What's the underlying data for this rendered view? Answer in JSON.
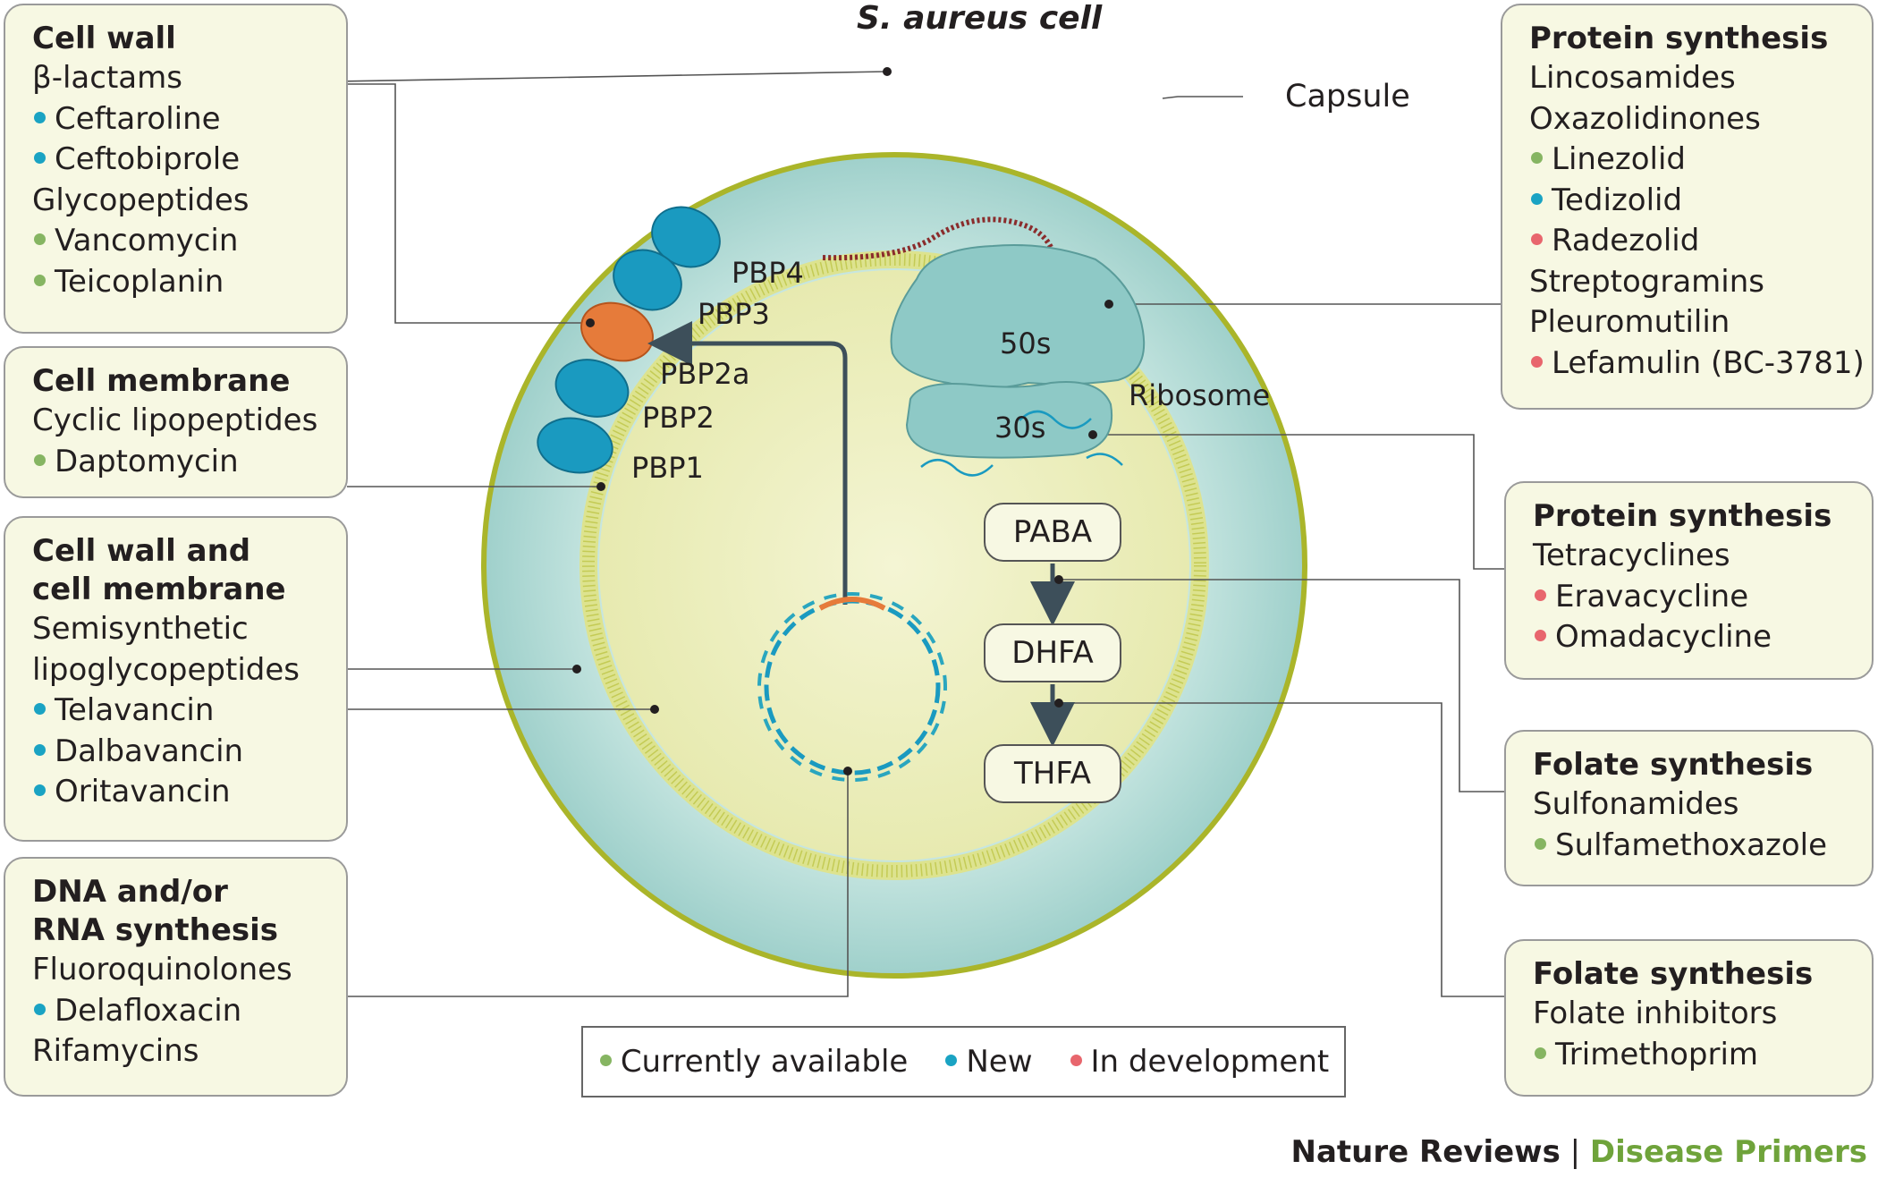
{
  "title": "S. aureus cell",
  "legend": {
    "available": {
      "label": "Currently available",
      "color": "#86b562"
    },
    "new": {
      "label": "New",
      "color": "#1aa3c3"
    },
    "dev": {
      "label": "In development",
      "color": "#e8666d"
    }
  },
  "boxes": [
    {
      "id": "cell-wall",
      "lines": [
        {
          "t": "Cell wall",
          "s": "title"
        },
        {
          "t": "β-lactams"
        },
        {
          "t": "Ceftaroline",
          "s": "new"
        },
        {
          "t": "Ceftobiprole",
          "s": "new"
        },
        {
          "t": "Glycopeptides"
        },
        {
          "t": "Vancomycin",
          "s": "available"
        },
        {
          "t": "Teicoplanin",
          "s": "available"
        }
      ]
    },
    {
      "id": "cell-membrane",
      "lines": [
        {
          "t": "Cell membrane",
          "s": "title"
        },
        {
          "t": "Cyclic lipopeptides"
        },
        {
          "t": "Daptomycin",
          "s": "available"
        }
      ]
    },
    {
      "id": "cell-wall-and-membrane",
      "lines": [
        {
          "t": "Cell wall and",
          "s": "title"
        },
        {
          "t": "cell membrane",
          "s": "title"
        },
        {
          "t": "Semisynthetic"
        },
        {
          "t": "lipoglycopeptides"
        },
        {
          "t": "Telavancin",
          "s": "new"
        },
        {
          "t": "Dalbavancin",
          "s": "new"
        },
        {
          "t": "Oritavancin",
          "s": "new"
        }
      ]
    },
    {
      "id": "dna-rna",
      "lines": [
        {
          "t": "DNA and/or",
          "s": "title"
        },
        {
          "t": "RNA synthesis",
          "s": "title"
        },
        {
          "t": "Fluoroquinolones"
        },
        {
          "t": "Delafloxacin",
          "s": "new"
        },
        {
          "t": "Rifamycins"
        }
      ]
    },
    {
      "id": "protein-synthesis-50s",
      "lines": [
        {
          "t": "Protein synthesis",
          "s": "title"
        },
        {
          "t": "Lincosamides"
        },
        {
          "t": "Oxazolidinones"
        },
        {
          "t": "Linezolid",
          "s": "available"
        },
        {
          "t": "Tedizolid",
          "s": "new"
        },
        {
          "t": "Radezolid",
          "s": "dev"
        },
        {
          "t": "Streptogramins"
        },
        {
          "t": "Pleuromutilin"
        },
        {
          "t": "Lefamulin (BC-3781)",
          "s": "dev"
        }
      ]
    },
    {
      "id": "protein-synthesis-30s",
      "lines": [
        {
          "t": "Protein synthesis",
          "s": "title"
        },
        {
          "t": "Tetracyclines"
        },
        {
          "t": "Eravacycline",
          "s": "dev"
        },
        {
          "t": "Omadacycline",
          "s": "dev"
        }
      ]
    },
    {
      "id": "folate-sulfonamides",
      "lines": [
        {
          "t": "Folate synthesis",
          "s": "title"
        },
        {
          "t": "Sulfonamides"
        },
        {
          "t": "Sulfamethoxazole",
          "s": "available"
        }
      ]
    },
    {
      "id": "folate-inhibitors",
      "lines": [
        {
          "t": "Folate synthesis",
          "s": "title"
        },
        {
          "t": "Folate inhibitors"
        },
        {
          "t": "Trimethoprim",
          "s": "available"
        }
      ]
    }
  ],
  "labels": {
    "capsule": "Capsule",
    "ribosome": "Ribosome",
    "s50": "50s",
    "s30": "30s",
    "pbp4": "PBP4",
    "pbp3": "PBP3",
    "pbp2a": "PBP2a",
    "pbp2": "PBP2",
    "pbp1": "PBP1"
  },
  "pathway": [
    "PABA",
    "DHFA",
    "THFA"
  ],
  "journal": {
    "name": "Nature Reviews",
    "sep": " | ",
    "series": "Disease Primers"
  },
  "colors": {
    "capsule": "#bfe1dd",
    "cell_outline": "#aab52a",
    "cytoplasm": "#eef0c0",
    "membrane": "#d9df8a",
    "pbp": "#1a9ac0",
    "pbp2a": "#e67b3a",
    "ribosome": "#8ec9c6",
    "box_fill": "#f7f8e3",
    "series": "#6fa33b"
  }
}
